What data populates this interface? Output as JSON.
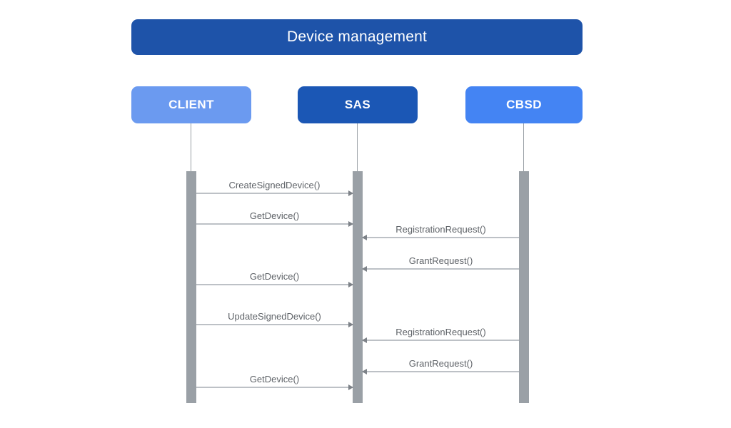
{
  "diagram": {
    "title": "Device management",
    "type": "sequence-diagram",
    "colors": {
      "background": "#ffffff",
      "title_bg": "#1e53a9",
      "title_text": "#ffffff",
      "client_bg": "#6b9af0",
      "sas_bg": "#1b57b5",
      "cbsd_bg": "#4484f3",
      "actor_text": "#ffffff",
      "lifeline": "#9aa0a6",
      "activation_bar": "#9aa0a6",
      "arrow_line": "#bdc1c6",
      "arrow_head": "#7d8288",
      "message_text": "#5f6368"
    },
    "actors": [
      {
        "id": "client",
        "label": "CLIENT"
      },
      {
        "id": "sas",
        "label": "SAS"
      },
      {
        "id": "cbsd",
        "label": "CBSD"
      }
    ],
    "messages": [
      {
        "label": "CreateSignedDevice()",
        "from": "CLIENT",
        "to": "SAS"
      },
      {
        "label": "GetDevice()",
        "from": "CLIENT",
        "to": "SAS"
      },
      {
        "label": "RegistrationRequest()",
        "from": "CBSD",
        "to": "SAS"
      },
      {
        "label": "GrantRequest()",
        "from": "CBSD",
        "to": "SAS"
      },
      {
        "label": "GetDevice()",
        "from": "CLIENT",
        "to": "SAS"
      },
      {
        "label": "UpdateSignedDevice()",
        "from": "CLIENT",
        "to": "SAS"
      },
      {
        "label": "RegistrationRequest()",
        "from": "CBSD",
        "to": "SAS"
      },
      {
        "label": "GrantRequest()",
        "from": "CBSD",
        "to": "SAS"
      },
      {
        "label": "GetDevice()",
        "from": "CLIENT",
        "to": "SAS"
      }
    ]
  }
}
